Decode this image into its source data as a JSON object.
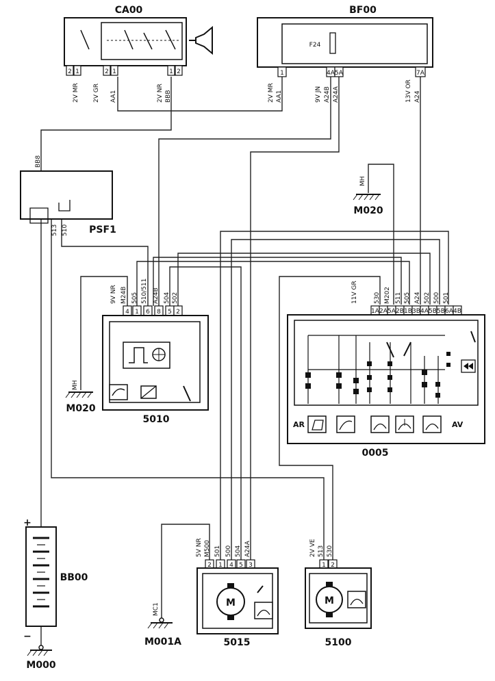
{
  "components": {
    "ca00": {
      "id": "CA00",
      "pins": [
        "2",
        "1",
        "2",
        "1",
        "1",
        "2"
      ],
      "wires": [
        "2V MR",
        "2V GR",
        "AA1",
        "2V NR",
        "BBB"
      ]
    },
    "bf00": {
      "id": "BF00",
      "fuse": "F24",
      "pins": [
        "1",
        "4A",
        "5A",
        "7A"
      ],
      "wires": [
        "2V MR",
        "AA1",
        "9V JN",
        "A24B",
        "A24A",
        "13V OR",
        "A24"
      ]
    },
    "psf1": {
      "id": "PSF1",
      "wires": [
        "BB8",
        "513",
        "510"
      ]
    },
    "m020_top": {
      "id": "M020",
      "wire": "MH"
    },
    "c5010": {
      "id": "5010",
      "pins": [
        "4",
        "1",
        "6",
        "8",
        "5",
        "2"
      ],
      "wires": [
        "9V NR",
        "M24B",
        "505",
        "510/511",
        "A24B",
        "504",
        "502"
      ]
    },
    "m020_left": {
      "id": "M020",
      "wire": "MH"
    },
    "c0005": {
      "id": "0005",
      "pins": [
        "1A",
        "2A",
        "5A",
        "2B",
        "1B",
        "3B",
        "4A",
        "5B",
        "5B",
        "6A",
        "4B"
      ],
      "wires": [
        "11V GR",
        "530",
        "M202",
        "511",
        "505",
        "A24",
        "502",
        "500",
        "501"
      ],
      "side_left": "AR",
      "side_right": "AV"
    },
    "bb00": {
      "id": "BB00",
      "plus": "+",
      "minus": "−"
    },
    "m000": {
      "id": "M000"
    },
    "m001a": {
      "id": "M001A",
      "wire": "MC1"
    },
    "c5015": {
      "id": "5015",
      "pins": [
        "2",
        "1",
        "4",
        "5",
        "3"
      ],
      "wires": [
        "5V NR",
        "M500",
        "501",
        "500",
        "504",
        "A24A"
      ],
      "motor": "M"
    },
    "c5100": {
      "id": "5100",
      "pins": [
        "1",
        "2"
      ],
      "wires": [
        "2V VE",
        "513",
        "530"
      ],
      "motor": "M"
    }
  }
}
